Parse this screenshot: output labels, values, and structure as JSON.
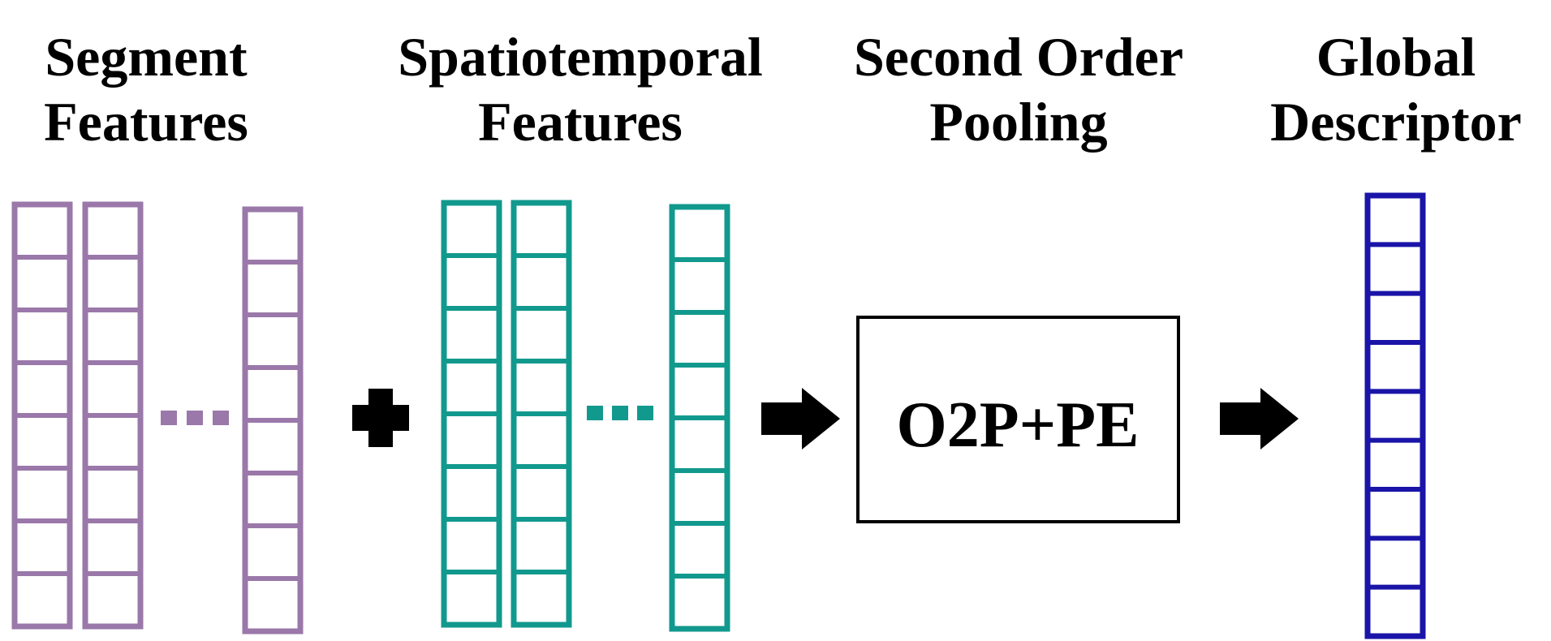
{
  "headings": {
    "segment": [
      "Segment",
      "Features"
    ],
    "spatiotemporal": [
      "Spatiotemporal",
      "Features"
    ],
    "pooling": [
      "Second Order",
      "Pooling"
    ],
    "descriptor": [
      "Global",
      "Descriptor"
    ]
  },
  "operator": {
    "box_label": "O2P+PE"
  },
  "colors": {
    "segment": "#9a78aa",
    "spatiotemporal": "#12998e",
    "descriptor": "#1a14a8",
    "ink": "#000000"
  },
  "cells_per_vector": 8,
  "descriptor_cells": 9
}
